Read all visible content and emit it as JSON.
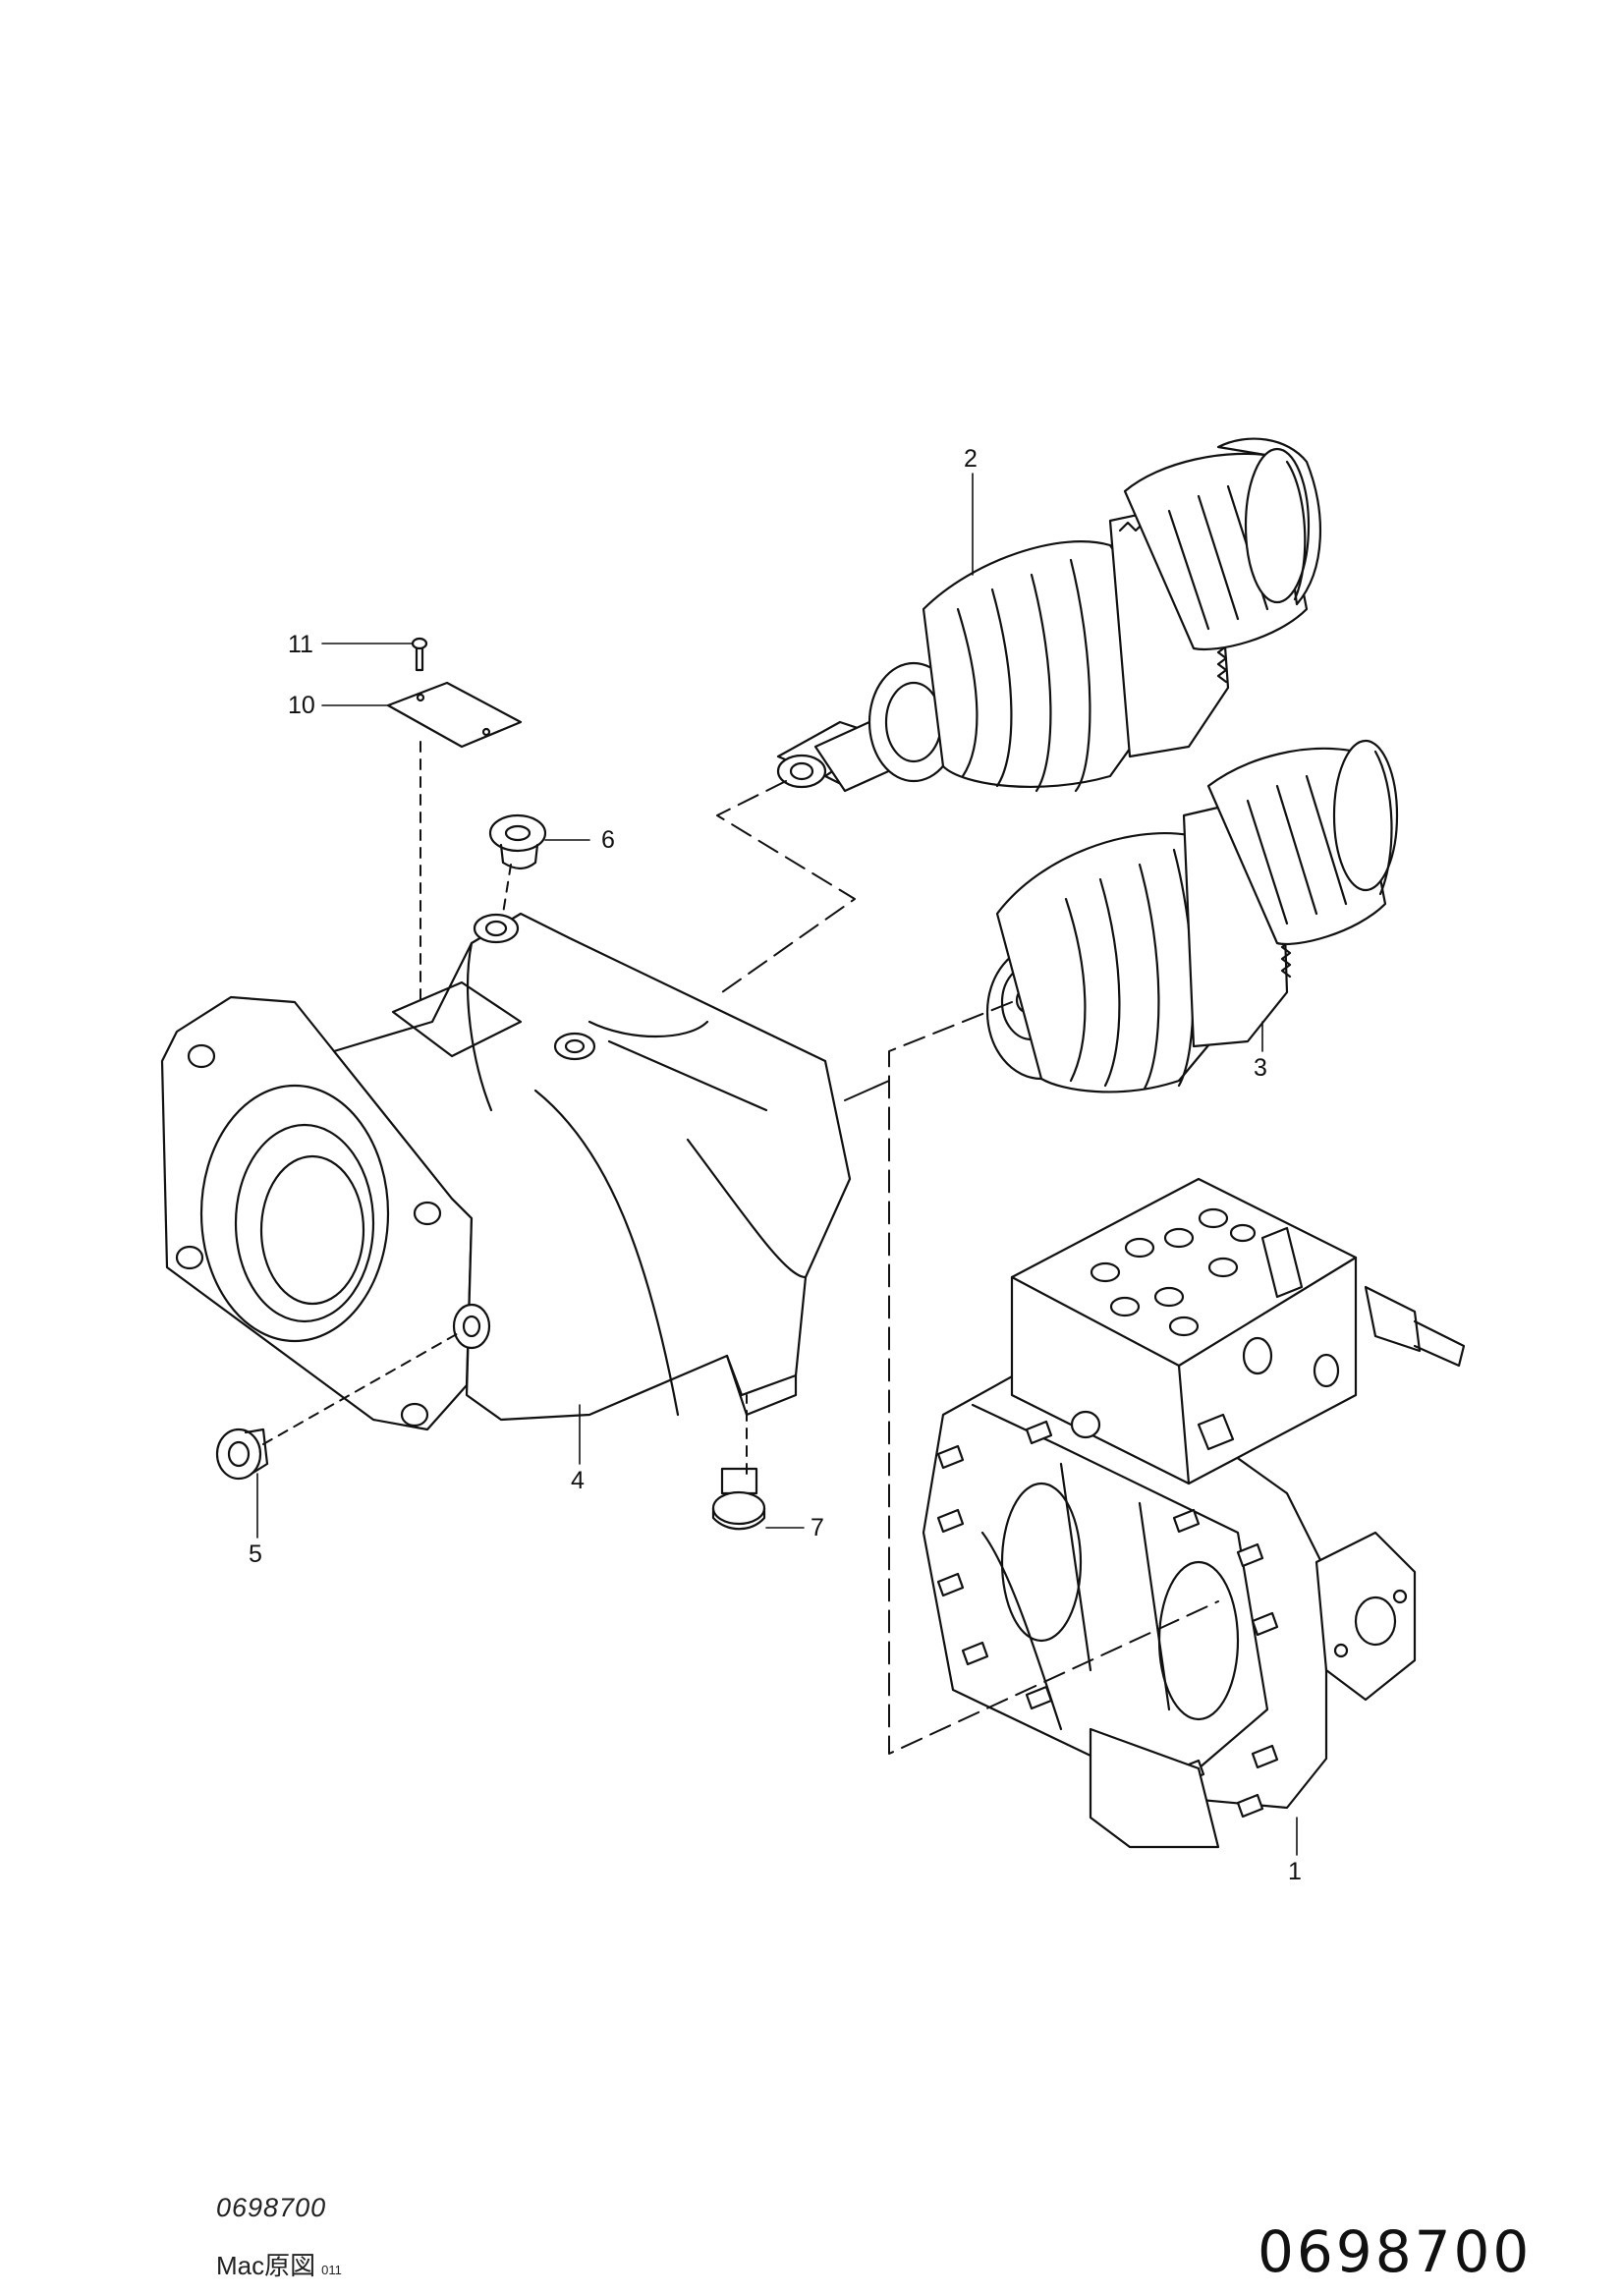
{
  "callouts": [
    {
      "id": "1",
      "text": "1"
    },
    {
      "id": "2",
      "text": "2"
    },
    {
      "id": "3",
      "text": "3"
    },
    {
      "id": "4",
      "text": "4"
    },
    {
      "id": "5",
      "text": "5"
    },
    {
      "id": "6",
      "text": "6"
    },
    {
      "id": "7",
      "text": "7"
    },
    {
      "id": "10",
      "text": "10"
    },
    {
      "id": "11",
      "text": "11"
    }
  ],
  "footer": {
    "code_small": "0698700",
    "mac_label": "Mac原図",
    "revision": "011",
    "code_large": "0698700"
  }
}
